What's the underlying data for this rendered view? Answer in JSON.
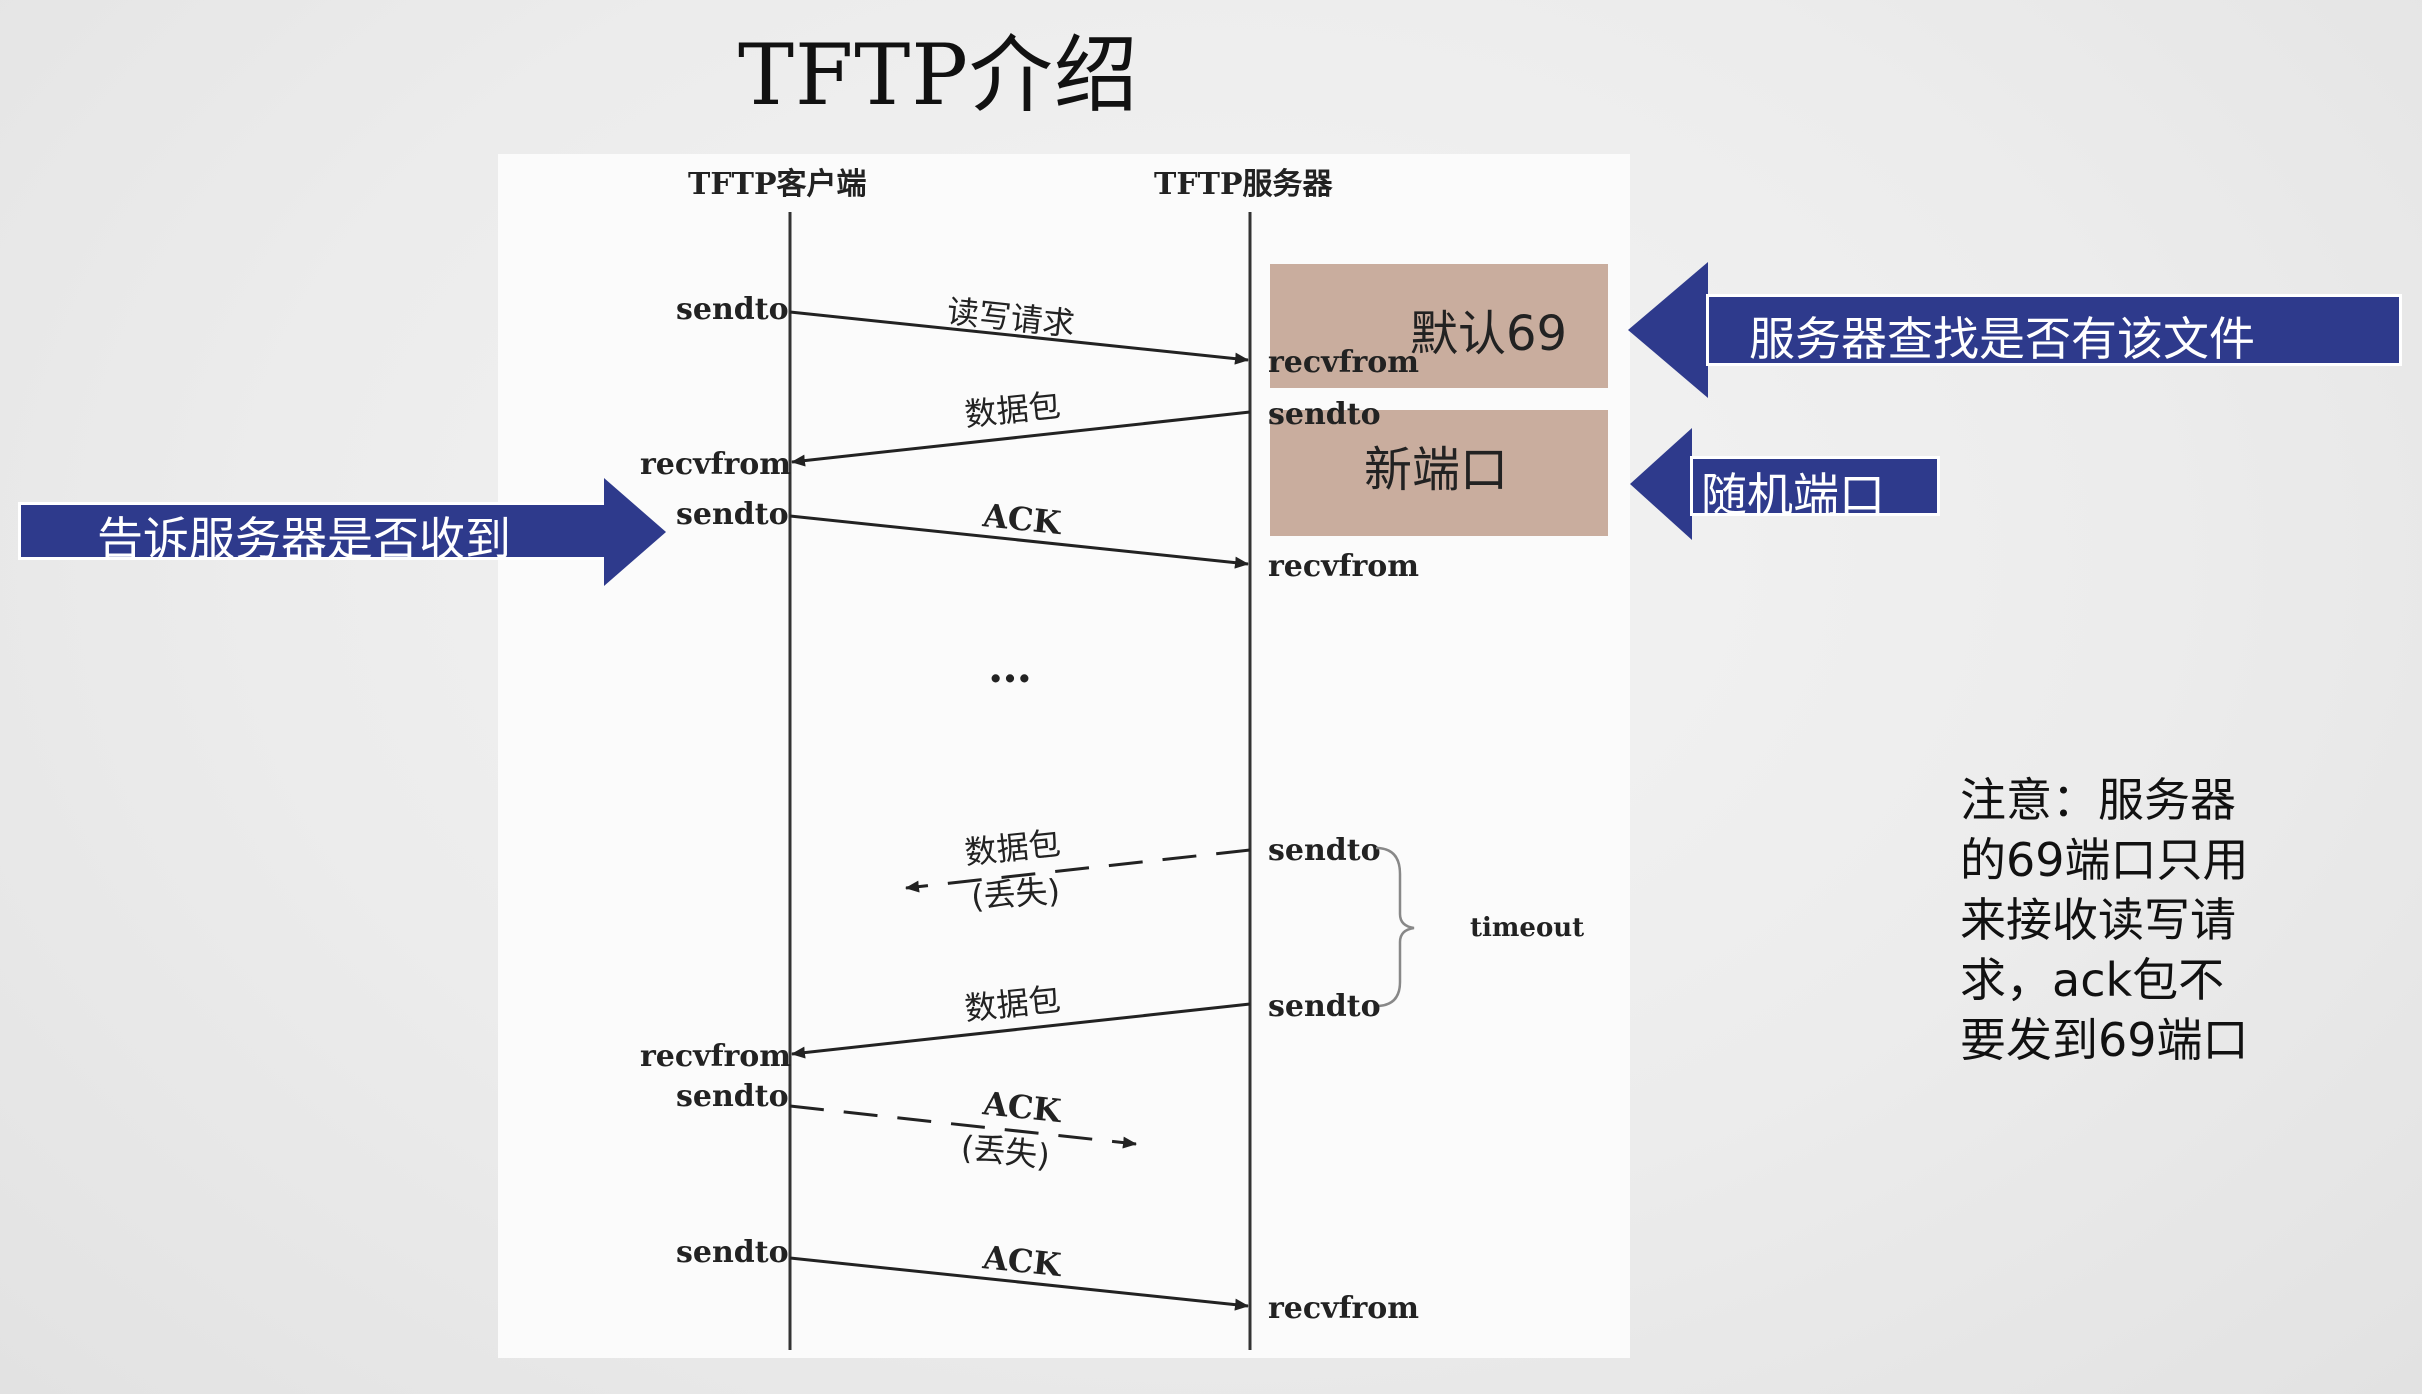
{
  "title": "TFTP介绍",
  "diagram": {
    "client_header": "TFTP客户端",
    "server_header": "TFTP服务器",
    "default_port": "默认69",
    "new_port": "新端口",
    "ellipsis": "…",
    "timeout": "timeout",
    "calls": {
      "sendto": "sendto",
      "recvfrom": "recvfrom"
    },
    "messages": {
      "rw_request": "读写请求",
      "data_packet": "数据包",
      "ack": "ACK",
      "lost": "(丢失)"
    }
  },
  "callouts": {
    "server_lookup": "服务器查找是否有该文件",
    "random_port": "随机端口",
    "tell_server": "告诉服务器是否收到"
  },
  "note": {
    "lines": [
      "注意：服务器",
      "的69端口只用",
      "来接收读写请",
      "求，ack包不",
      "要发到69端口"
    ]
  },
  "colors": {
    "callout_fill": "#2e3a8c",
    "highlight_fill": "#c9ad9e"
  }
}
